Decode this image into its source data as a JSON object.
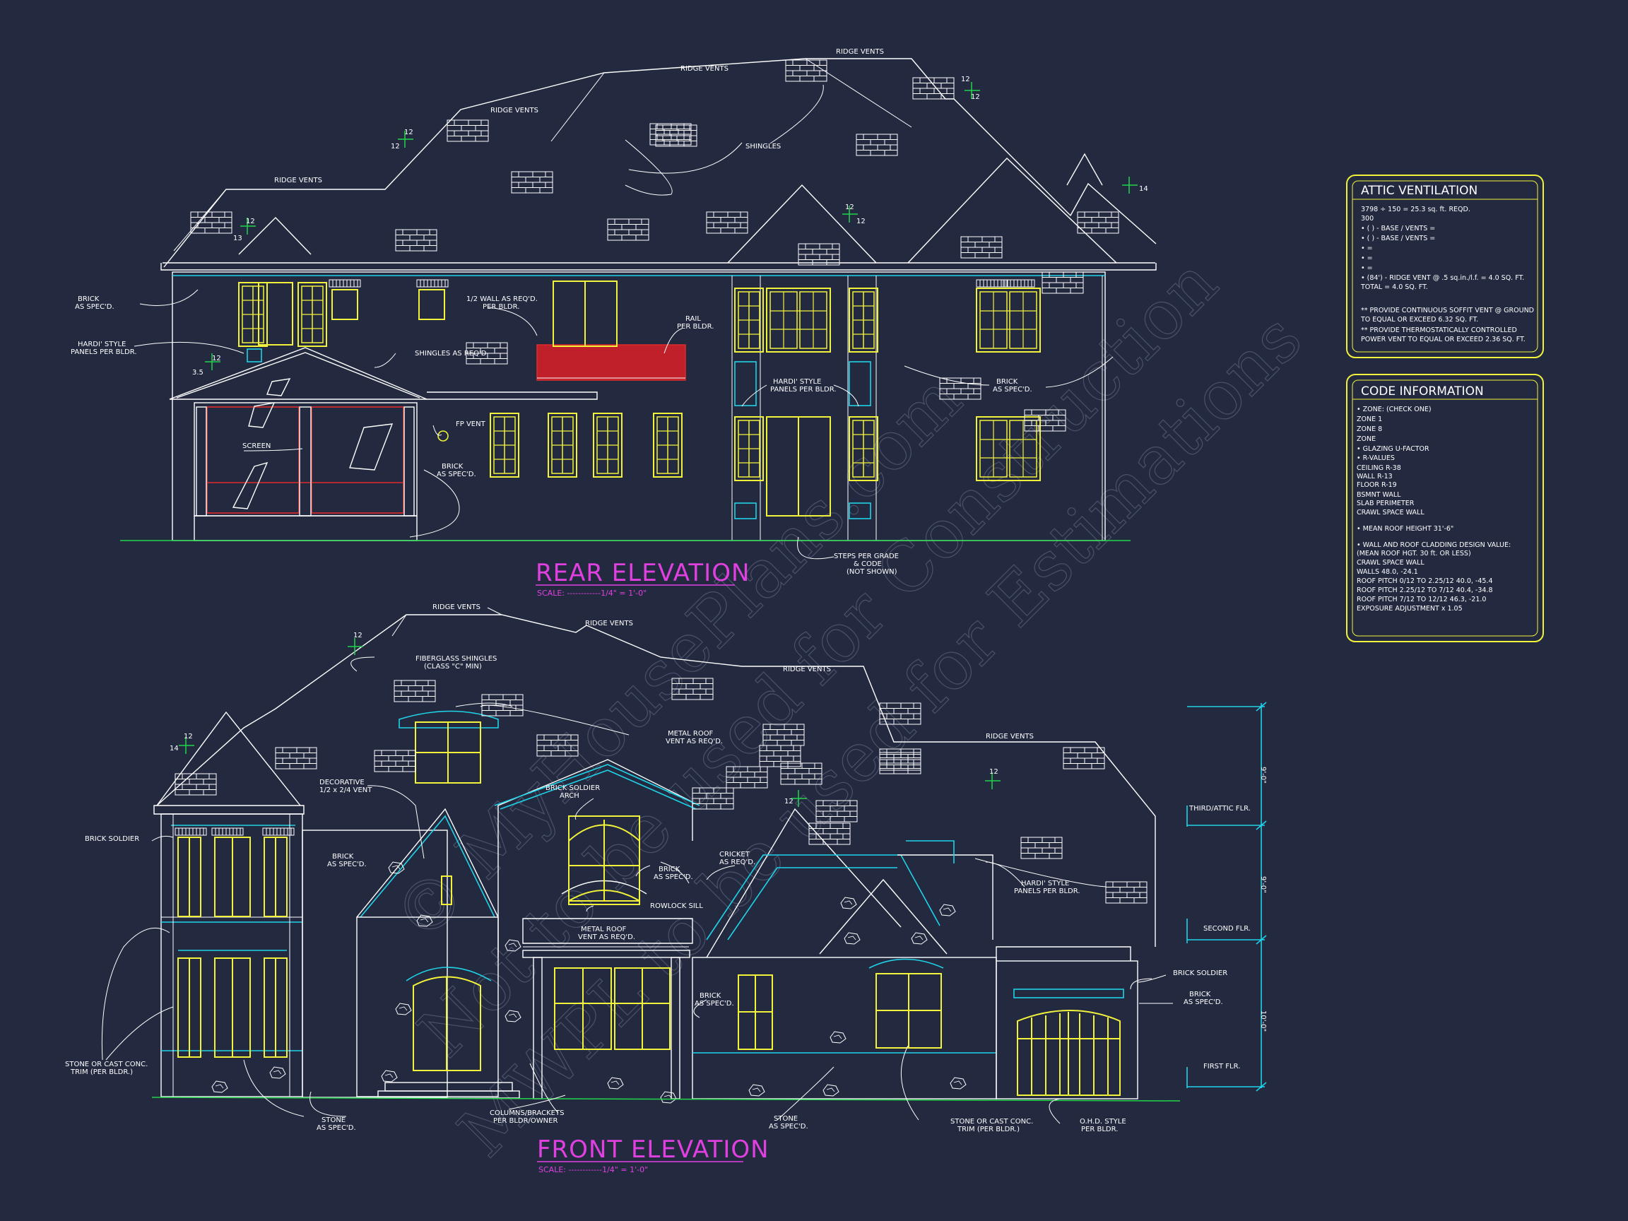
{
  "rear": {
    "title": "REAR ELEVATION",
    "scale": "SCALE: ------------1/4\" = 1'-0\"",
    "labels": {
      "ridge1": "RIDGE VENTS",
      "ridge2": "RIDGE VENTS",
      "ridge3": "RIDGE VENTS",
      "ridge4": "RIDGE VENTS",
      "shingles1": "SHINGLES",
      "shingles2": "SHINGLES AS REQ'D.",
      "brick1a": "BRICK",
      "brick1b": "AS SPEC'D.",
      "hardi1a": "HARDI' STYLE",
      "hardi1b": "PANELS PER BLDR.",
      "wall_a": "1/2 WALL AS REQ'D.",
      "wall_b": "PER BLDR.",
      "rail_a": "RAIL",
      "rail_b": "PER BLDR.",
      "hardi2a": "HARDI' STYLE",
      "hardi2b": "PANELS PER BLDR.",
      "brick2a": "BRICK",
      "brick2b": "AS SPEC'D.",
      "fp": "FP VENT",
      "brick3a": "BRICK",
      "brick3b": "AS SPEC'D.",
      "screen": "SCREEN",
      "steps_a": "STEPS PER GRADE",
      "steps_b": "& CODE",
      "steps_c": "(NOT SHOWN)",
      "p12a": "12",
      "p12b": "12",
      "p12c": "12",
      "p12d": "12",
      "p12e": "12",
      "p12f": "12",
      "p12g": "12",
      "p12h": "12",
      "p14": "14",
      "p13": "13",
      "p35": "3.5"
    }
  },
  "front": {
    "title": "FRONT ELEVATION",
    "scale": "SCALE: ------------1/4\" = 1'-0\"",
    "labels": {
      "ridge1": "RIDGE VENTS",
      "ridge2": "RIDGE VENTS",
      "ridge3": "RIDGE VENTS",
      "ridge4": "RIDGE VENTS",
      "fiber_a": "FIBERGLASS SHINGLES",
      "fiber_b": "(CLASS \"C\" MIN)",
      "metal1a": "METAL ROOF",
      "metal1b": "VENT AS REQ'D.",
      "decor_a": "DECORATIVE",
      "decor_b": "1/2 x 2/4 VENT",
      "soldier_arch_a": "BRICK SOLDIER",
      "soldier_arch_b": "ARCH",
      "brick_soldier1": "BRICK SOLDIER",
      "brick1a": "BRICK",
      "brick1b": "AS SPEC'D.",
      "brick2a": "BRICK",
      "brick2b": "AS SPEC'D.",
      "cricket_a": "CRICKET",
      "cricket_b": "AS REQ'D.",
      "rowlock": "ROWLOCK SILL",
      "metal2a": "METAL ROOF",
      "metal2b": "VENT AS REQ'D.",
      "hardi_a": "HARDI' STYLE",
      "hardi_b": "PANELS PER BLDR.",
      "brick3a": "BRICK",
      "brick3b": "AS SPEC'D.",
      "brick_soldier2": "BRICK SOLDIER",
      "brick4a": "BRICK",
      "brick4b": "AS SPEC'D.",
      "stone_trim_a": "STONE OR CAST CONC.",
      "stone_trim_b": "TRIM (PER BLDR.)",
      "stone1a": "STONE",
      "stone1b": "AS SPEC'D.",
      "columns_a": "COLUMNS/BRACKETS",
      "columns_b": "PER BLDR/OWNER",
      "stone2a": "STONE",
      "stone2b": "AS SPEC'D.",
      "stone_trim2a": "STONE OR CAST CONC.",
      "stone_trim2b": "TRIM (PER BLDR.)",
      "ohd_a": "O.H.D. STYLE",
      "ohd_b": "PER BLDR.",
      "third": "THIRD/ATTIC FLR.",
      "second": "SECOND FLR.",
      "first": "FIRST FLR.",
      "dim1": "9'-0\"",
      "dim2": "9'-0\"",
      "dim3": "10'-0\"",
      "p12a": "12",
      "p12b": "12",
      "p12c": "12",
      "p12d": "12",
      "p14": "14"
    }
  },
  "attic": {
    "title": "ATTIC VENTILATION",
    "lines": [
      "3798 ÷ 150 = 25.3 sq. ft. REQD.",
      "300",
      "• (     ) -          BASE    /    VENTS    =",
      "• (     ) -          BASE    /    VENTS    =",
      "•                                                    =",
      "•                                                    =",
      "•                                                    =",
      "• (84') - RIDGE VENT @ .5 sq.in./l.f.  = 4.0 SQ. FT.",
      "                                    TOTAL        = 4.0 SQ. FT.",
      "** PROVIDE CONTINUOUS SOFFIT VENT @ GROUND",
      "    TO EQUAL OR EXCEED  6.32 SQ. FT.",
      "** PROVIDE THERMOSTATICALLY CONTROLLED",
      "    POWER VENT TO EQUAL OR EXCEED 2.36 SQ. FT."
    ]
  },
  "code": {
    "title": "CODE INFORMATION",
    "lines": [
      "• ZONE: (CHECK ONE)",
      "      ZONE 1",
      "      ZONE 8",
      "      ZONE",
      "• GLAZING U-FACTOR",
      "• R-VALUES",
      "      CEILING                     R-38",
      "      WALL                          R-13",
      "      FLOOR                        R-19",
      "      BSMNT WALL",
      "      SLAB PERIMETER",
      "      CRAWL SPACE WALL",
      "",
      "• MEAN ROOF HEIGHT   31'-6\"",
      "",
      "• WALL AND ROOF CLADDING DESIGN VALUE:",
      "  (MEAN ROOF HGT. 30 ft. OR LESS)",
      "      CRAWL SPACE WALL",
      "      WALLS                           48.0, -24.1",
      "      ROOF PITCH 0/12 TO 2.25/12   40.0, -45.4",
      "      ROOF PITCH 2.25/12 TO 7/12   40.4, -34.8",
      "      ROOF PITCH 7/12 TO 12/12     46.3, -21.0",
      "      EXPOSURE ADJUSTMENT          x 1.05"
    ]
  },
  "watermark": {
    "line1": "© MyHousePlans.com",
    "line2": "Not to be used for Construction",
    "line3": "MWPL to be used for Estimations"
  },
  "colors": {
    "background": "#232a40",
    "linework": "#ffffff",
    "trim": "#1fd3e8",
    "windows": "#f2f23a",
    "railing": "#e02a2a",
    "titles": "#e040e0",
    "grade": "#23d44a"
  }
}
